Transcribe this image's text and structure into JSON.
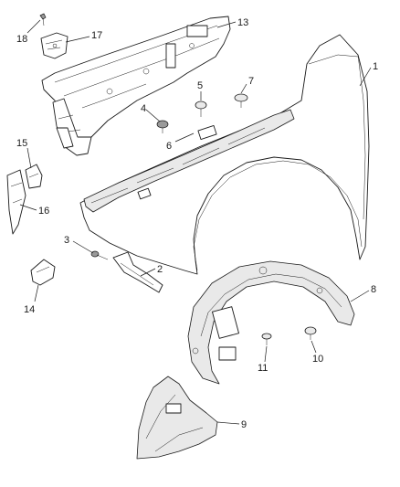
{
  "callouts": [
    {
      "id": "1",
      "label": "1"
    },
    {
      "id": "2",
      "label": "2"
    },
    {
      "id": "3",
      "label": "3"
    },
    {
      "id": "4",
      "label": "4"
    },
    {
      "id": "5",
      "label": "5"
    },
    {
      "id": "6",
      "label": "6"
    },
    {
      "id": "7",
      "label": "7"
    },
    {
      "id": "8",
      "label": "8"
    },
    {
      "id": "9",
      "label": "9"
    },
    {
      "id": "10",
      "label": "10"
    },
    {
      "id": "11",
      "label": "11"
    },
    {
      "id": "13",
      "label": "13"
    },
    {
      "id": "14",
      "label": "14"
    },
    {
      "id": "15",
      "label": "15"
    },
    {
      "id": "16",
      "label": "16"
    },
    {
      "id": "17",
      "label": "17"
    },
    {
      "id": "18",
      "label": "18"
    }
  ]
}
